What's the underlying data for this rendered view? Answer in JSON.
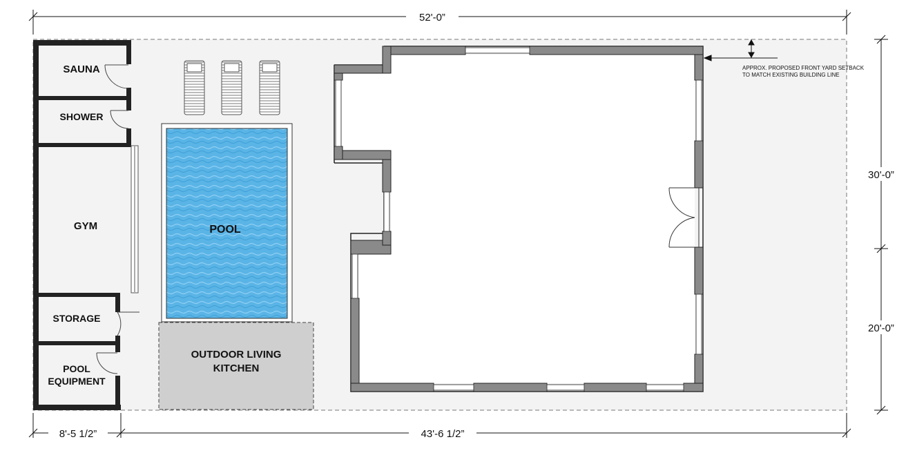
{
  "dimensions": {
    "overall_width": "52'-0”",
    "left_width": "8'-5 1/2”",
    "right_width": "43'-6 1/2”",
    "upper_depth": "30'-0”",
    "lower_depth": "20'-0”"
  },
  "rooms": {
    "sauna": "SAUNA",
    "shower": "SHOWER",
    "gym": "GYM",
    "storage": "STORAGE",
    "pool_equipment_line1": "POOL",
    "pool_equipment_line2": "EQUIPMENT"
  },
  "pool": {
    "label": "POOL"
  },
  "outdoor": {
    "line1": "OUTDOOR LIVING",
    "line2": "KITCHEN"
  },
  "note": {
    "line1": "APPROX. PROPOSED FRONT YARD SETBACK",
    "line2": "TO MATCH EXISTING BUILDING LINE"
  },
  "colors": {
    "wall_dark": "#222222",
    "wall_gray": "#888888",
    "pool_water": "#5ab4e6",
    "outdoor_fill": "#cfcfcf",
    "site_fill": "#f3f3f3"
  }
}
